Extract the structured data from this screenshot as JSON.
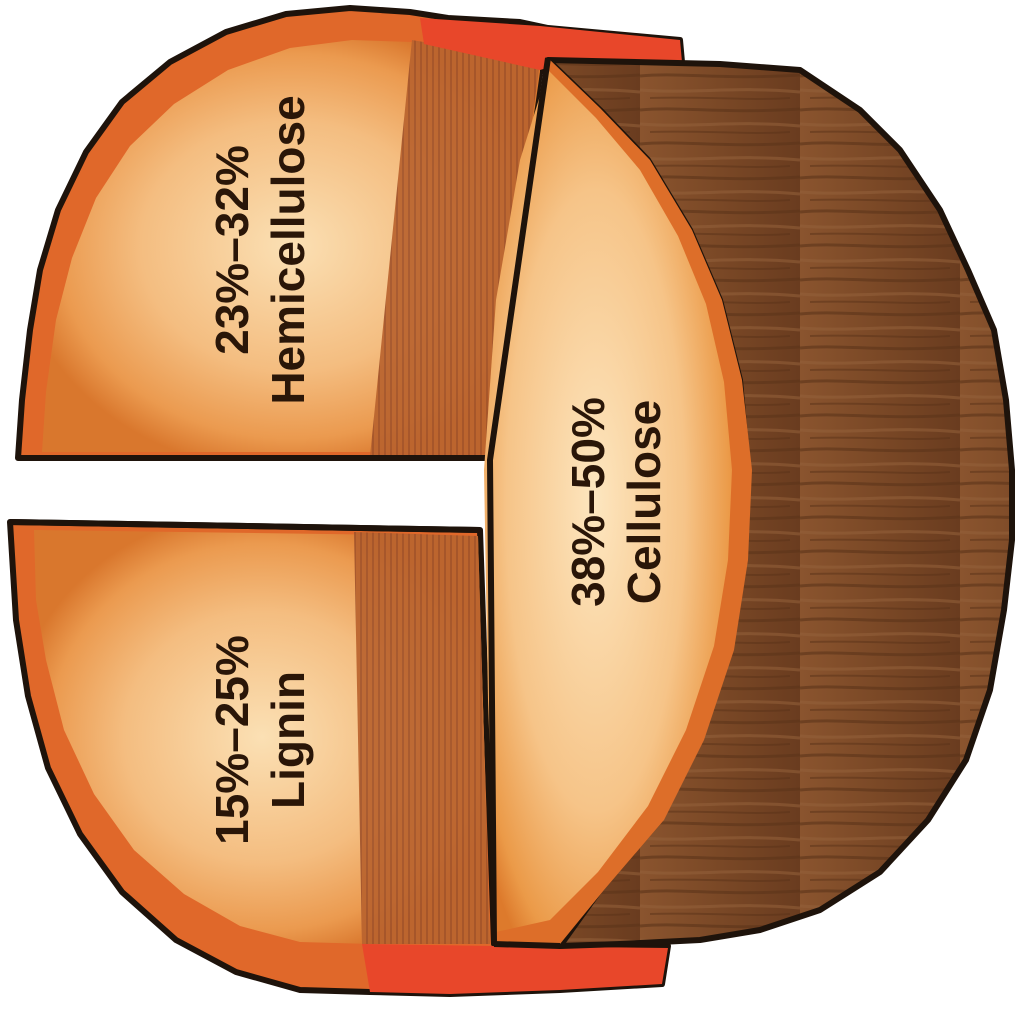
{
  "labels": {
    "hemicellulose": {
      "range": "23%–32%",
      "name": "Hemicellulose"
    },
    "lignin": {
      "range": "15%–25%",
      "name": "Lignin"
    },
    "cellulose": {
      "range": "38%–50%",
      "name": "Cellulose"
    }
  },
  "colors": {
    "outline": "#1e130b",
    "bark_orange": "#e0682a",
    "bark_red": "#e8472a",
    "heartwood": "#f7c894",
    "sapwood": "#e8953f",
    "radial_band": "#b8602c",
    "side_bark": "#7d4a2a",
    "side_bark_dark": "#5e3419"
  }
}
